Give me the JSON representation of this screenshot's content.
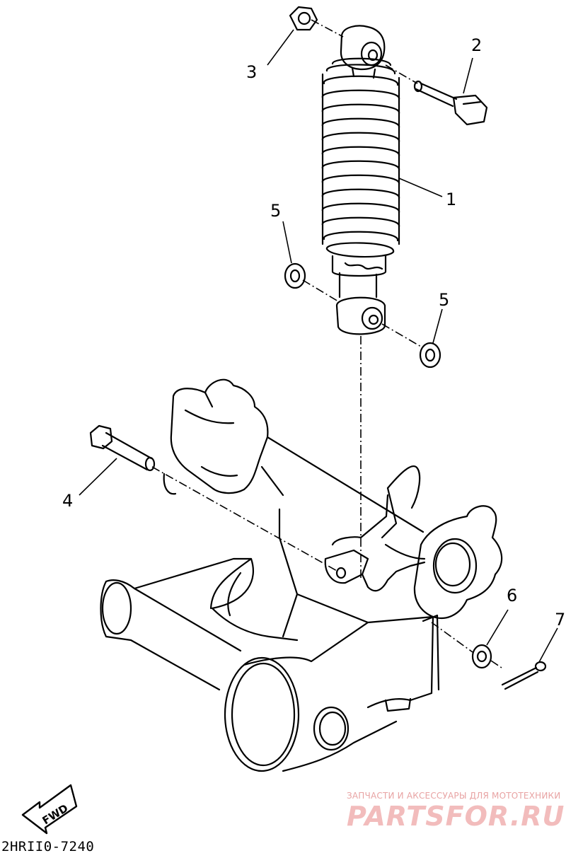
{
  "callouts": [
    "1",
    "2",
    "3",
    "4",
    "5",
    "5",
    "6",
    "7"
  ],
  "fwd_label": "FWD",
  "diagram_code": "2HRII0-7240",
  "watermark": {
    "tagline": "ЗАПЧАСТИ И АКСЕССУАРЫ ДЛЯ МОТОТЕХНИКИ",
    "site": "PARTSFOR.RU"
  },
  "colors": {
    "line": "#000000",
    "watermark": "#f2bcbc"
  }
}
